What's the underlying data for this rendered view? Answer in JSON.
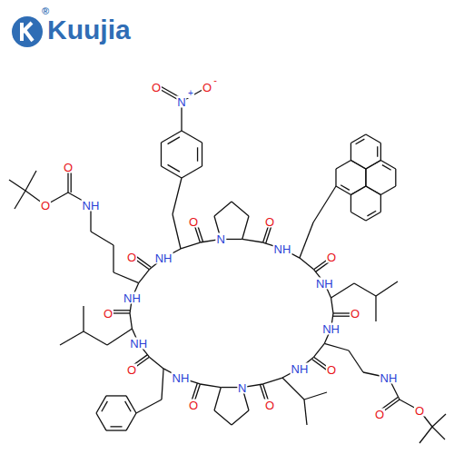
{
  "diagram": {
    "labels": [
      "Kuujia",
      "®",
      "O",
      "N",
      "+",
      "O",
      "-",
      "O",
      "O",
      "NH",
      "NH",
      "O",
      "N",
      "O",
      "NH",
      "O",
      "NH",
      "O",
      "NH",
      "O",
      "NH",
      "O",
      "N",
      "O",
      "NH",
      "O",
      "NH",
      "O",
      "NH",
      "O",
      "NH",
      "O",
      "O"
    ]
  }
}
